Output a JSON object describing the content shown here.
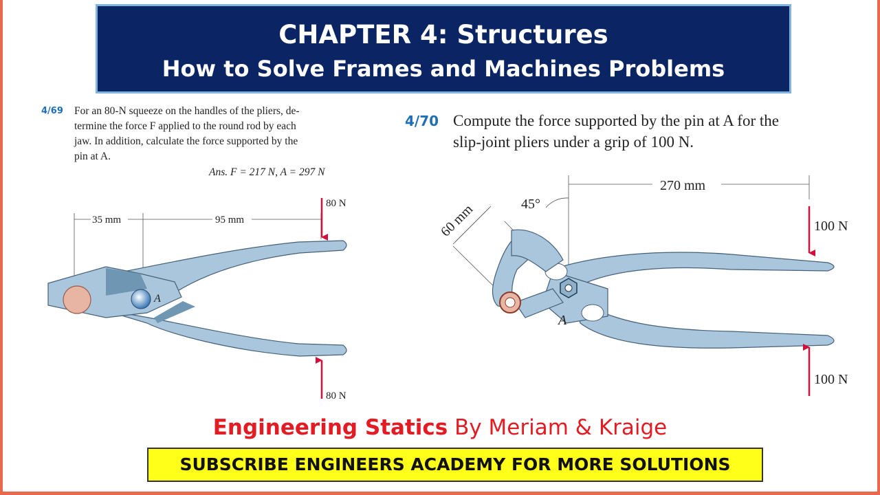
{
  "header": {
    "title_line1": "CHAPTER 4: Structures",
    "title_line2": "How to Solve Frames and Machines Problems"
  },
  "problem_69": {
    "number": "4/69",
    "text_lines": [
      "For an 80-N squeeze on the handles of the pliers, de-",
      "termine the force F applied to the round rod by each",
      "jaw. In addition, calculate the force supported by the",
      "pin at A."
    ],
    "answer": "Ans. F = 217 N, A = 297 N",
    "dim_left": "35 mm",
    "dim_right": "95 mm",
    "force_top": "80 N",
    "force_bottom": "80 N",
    "pin_label": "A"
  },
  "problem_70": {
    "number": "4/70",
    "text_lines": [
      "Compute the force supported by the pin at A for the",
      "slip-joint pliers under a grip of 100 N."
    ],
    "dim_horizontal": "270 mm",
    "dim_angle": "45°",
    "dim_diagonal": "60 mm",
    "force_top": "100 N",
    "force_bottom": "100 N",
    "pin_label": "A"
  },
  "footer": {
    "book_title": "Engineering Statics",
    "book_authors": "By Meriam & Kraige",
    "subscribe": "SUBSCRIBE ENGINEERS ACADEMY FOR MORE SOLUTIONS"
  },
  "colors": {
    "banner_bg": "#0b2463",
    "accent_blue": "#1f6fb6",
    "force_arrow": "#d0103a",
    "plier_fill": "#a9c6dc",
    "plier_dark": "#6f96b3",
    "rod_fill": "#e8b4a4",
    "footer_red": "#e31b23",
    "subscribe_bg": "#ffff1a",
    "frame_border": "#e8694f"
  }
}
